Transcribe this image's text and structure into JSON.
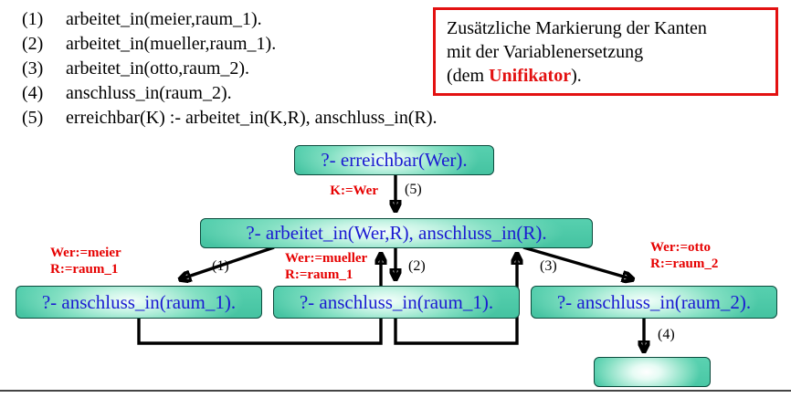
{
  "clauses": [
    {
      "num": "(1)",
      "text": "arbeitet_in(meier,raum_1)."
    },
    {
      "num": "(2)",
      "text": "arbeitet_in(mueller,raum_1)."
    },
    {
      "num": "(3)",
      "text": "arbeitet_in(otto,raum_2)."
    },
    {
      "num": "(4)",
      "text": "anschluss_in(raum_2)."
    },
    {
      "num": "(5)",
      "text": "erreichbar(K) :- arbeitet_in(K,R), anschluss_in(R)."
    }
  ],
  "note_box": {
    "line1": "Zusätzliche Markierung der Kanten",
    "line2": "mit der Variablenersetzung",
    "line3_prefix": "(dem ",
    "line3_highlight": "Unifikator",
    "line3_suffix": ").",
    "border_color": "#e31111",
    "highlight_color": "#e31111"
  },
  "tree": {
    "root": "?- erreichbar(Wer).",
    "node2": "?- arbeitet_in(Wer,R), anschluss_in(R).",
    "child_left": "?- anschluss_in(raum_1).",
    "child_mid": "?- anschluss_in(raum_1).",
    "child_right": "?- anschluss_in(raum_2).",
    "edge_labels": {
      "e5": "(5)",
      "e1": "(1)",
      "e2": "(2)",
      "e3": "(3)",
      "e4": "(4)"
    },
    "substitutions": {
      "s5": "K:=Wer",
      "s1_line1": "Wer:=meier",
      "s1_line2": "R:=raum_1",
      "s2_line1": "Wer:=mueller",
      "s2_line2": "R:=raum_1",
      "s3_line1": "Wer:=otto",
      "s3_line2": "R:=raum_2"
    },
    "colors": {
      "node_fill": "#4fcbaa",
      "node_border": "#0b4a3c",
      "node_text": "#1b1bd1",
      "substitution_label": "#e60000",
      "arrow": "#000000"
    }
  }
}
